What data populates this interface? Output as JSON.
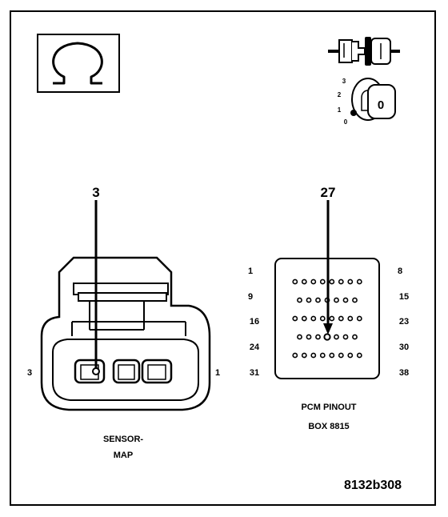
{
  "sensor": {
    "callout_pin": "3",
    "left_pin": "3",
    "right_pin": "1",
    "caption_line1": "SENSOR-",
    "caption_line2": "MAP"
  },
  "pcm": {
    "callout_pin": "27",
    "row_labels_left": [
      "1",
      "9",
      "16",
      "24",
      "31"
    ],
    "row_labels_right": [
      "8",
      "15",
      "23",
      "30",
      "38"
    ],
    "caption_line1": "PCM PINOUT",
    "caption_line2": "BOX 8815"
  },
  "ignition": {
    "positions": [
      "3",
      "2",
      "1",
      "0"
    ],
    "key_label": "0"
  },
  "icons": {
    "meter": "ohm-icon",
    "connector": "unplugged-connector-icon",
    "ignition": "ignition-key-off-icon"
  },
  "figure_id": "8132b308"
}
